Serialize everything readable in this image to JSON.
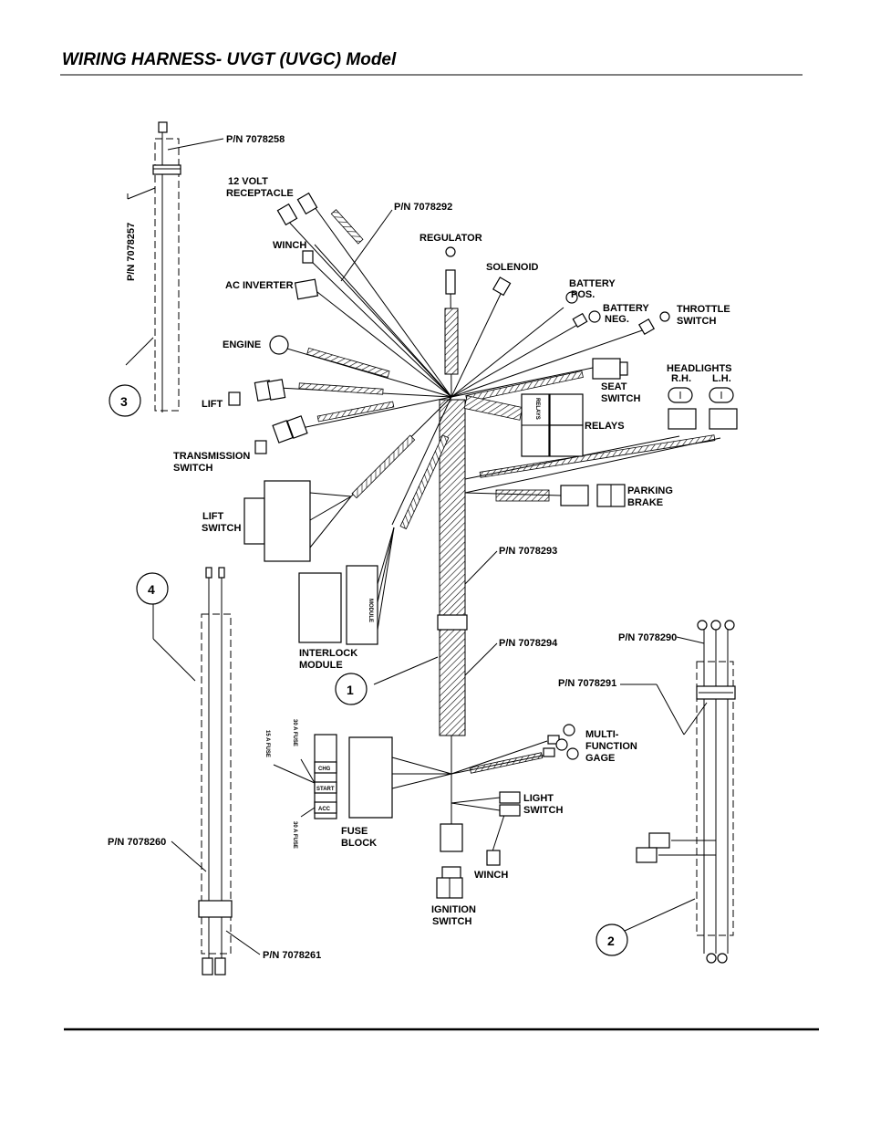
{
  "title": "WIRING HARNESS- UVGT (UVGC) Model",
  "labels": {
    "pn_7078258": "P/N 7078258",
    "pn_7078257": "P/N 7078257",
    "volt_receptacle_1": "12 VOLT",
    "volt_receptacle_2": "RECEPTACLE",
    "pn_7078292": "P/N 7078292",
    "winch_top": "WINCH",
    "regulator": "REGULATOR",
    "solenoid": "SOLENOID",
    "ac_inverter": "AC INVERTER",
    "battery_pos_1": "BATTERY",
    "battery_pos_2": "POS.",
    "battery_neg_1": "BATTERY",
    "battery_neg_2": "NEG.",
    "throttle_1": "THROTTLE",
    "throttle_2": "SWITCH",
    "engine": "ENGINE",
    "headlights": "HEADLIGHTS",
    "rh": "R.H.",
    "lh": "L.H.",
    "seat_1": "SEAT",
    "seat_2": "SWITCH",
    "lift": "LIFT",
    "relays": "RELAYS",
    "transmission_1": "TRANSMISSION",
    "transmission_2": "SWITCH",
    "parking_1": "PARKING",
    "parking_2": "BRAKE",
    "lift_switch_1": "LIFT",
    "lift_switch_2": "SWITCH",
    "pn_7078293": "P/N 7078293",
    "interlock_1": "INTERLOCK",
    "interlock_2": "MODULE",
    "pn_7078294": "P/N 7078294",
    "pn_7078290": "P/N 7078290",
    "pn_7078291": "P/N 7078291",
    "multi_1": "MULTI-",
    "multi_2": "FUNCTION",
    "multi_3": "GAGE",
    "light_1": "LIGHT",
    "light_2": "SWITCH",
    "fuse_1": "FUSE",
    "fuse_2": "BLOCK",
    "winch_bottom": "WINCH",
    "ignition_1": "IGNITION",
    "ignition_2": "SWITCH",
    "pn_7078260": "P/N 7078260",
    "pn_7078261": "P/N 7078261",
    "relays_box": "RELAYS",
    "module_box": "MODULE",
    "fuse_chg": "CHG",
    "fuse_start": "START",
    "fuse_acc": "ACC",
    "fuse_15a": "15 A FUSE",
    "fuse_30a_top": "30 A FUSE",
    "fuse_30a_bot": "30 A FUSE"
  },
  "callouts": [
    "1",
    "2",
    "3",
    "4"
  ]
}
